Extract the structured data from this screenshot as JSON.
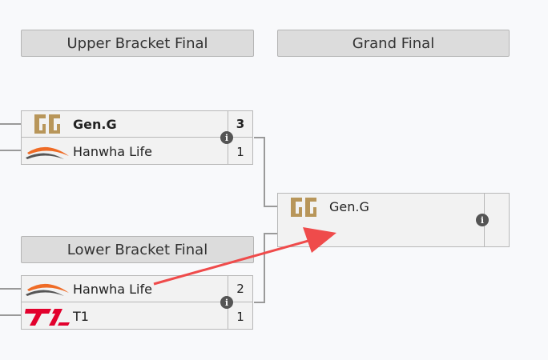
{
  "headers": {
    "upper_bracket_final": "Upper Bracket Final",
    "grand_final": "Grand Final",
    "lower_bracket_final": "Lower Bracket Final"
  },
  "upper_final": {
    "team1": {
      "name": "Gen.G",
      "score": "3",
      "logo": "geng-logo"
    },
    "team2": {
      "name": "Hanwha Life",
      "score": "1",
      "logo": "hanwha-life-logo"
    }
  },
  "lower_final": {
    "team1": {
      "name": "Hanwha Life",
      "score": "2",
      "logo": "hanwha-life-logo"
    },
    "team2": {
      "name": "T1",
      "score": "1",
      "logo": "t1-logo"
    }
  },
  "grand_final_match": {
    "team1": {
      "name": "Gen.G",
      "score": "",
      "logo": "geng-logo"
    },
    "team2": {
      "name": "",
      "score": ""
    }
  },
  "info_icon": "i",
  "colors": {
    "geng_gold": "#b8965a",
    "hanwha_orange": "#ef6b25",
    "t1_red": "#e2012d",
    "annotation_arrow": "#ef4b4b"
  }
}
